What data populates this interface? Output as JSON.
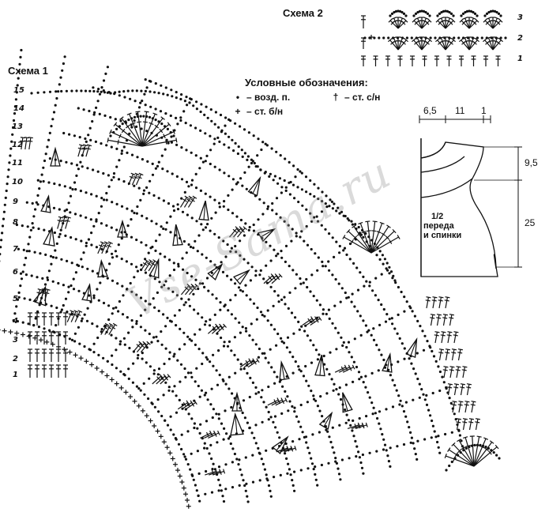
{
  "scheme1": {
    "title": "Схема 1",
    "rows": [
      "15",
      "14",
      "13",
      "12",
      "11",
      "10",
      "9",
      "8",
      "7",
      "6",
      "5",
      "4",
      "3",
      "2",
      "1"
    ]
  },
  "scheme2": {
    "title": "Схема 2",
    "rows": [
      "3",
      "2",
      "1"
    ]
  },
  "legend": {
    "title": "Условные обозначения:",
    "items": [
      {
        "symbol": "•",
        "text": "– возд. п."
      },
      {
        "symbol": "†",
        "text": "– ст. с/н"
      },
      {
        "symbol": "+",
        "text": "– ст. б/н"
      }
    ]
  },
  "schematic": {
    "widths": [
      "6,5",
      "11",
      "1"
    ],
    "heights": [
      "9,5",
      "25"
    ],
    "label_line1": "1/2",
    "label_line2": "переда",
    "label_line3": "и спинки"
  },
  "watermark": "Vse-Sama.ru"
}
